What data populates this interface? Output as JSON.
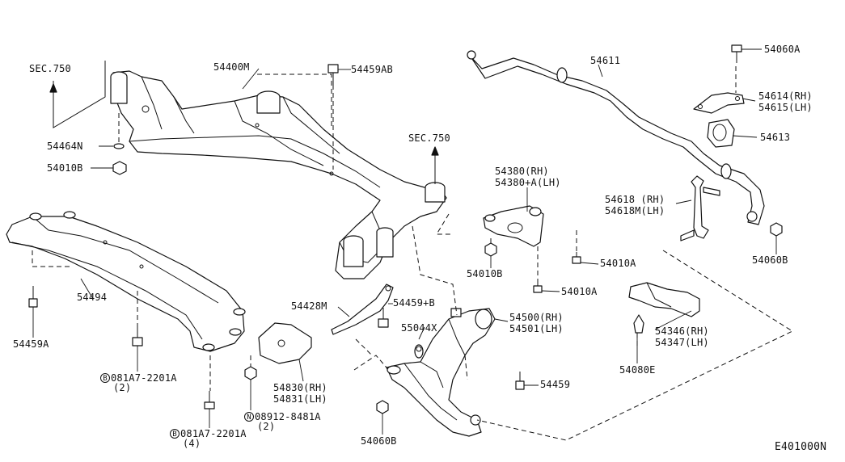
{
  "diagram_code": "E401000N",
  "callouts": [
    {
      "id": "sec750_left",
      "text": "SEC.750"
    },
    {
      "id": "p54400M",
      "text": "54400M"
    },
    {
      "id": "p54459AB",
      "text": "54459AB"
    },
    {
      "id": "p54464N",
      "text": "54464N"
    },
    {
      "id": "p54010B_a",
      "text": "54010B"
    },
    {
      "id": "sec750_right",
      "text": "SEC.750"
    },
    {
      "id": "p54611",
      "text": "54611"
    },
    {
      "id": "p54060A",
      "text": "54060A"
    },
    {
      "id": "p54614",
      "text": "54614(RH)"
    },
    {
      "id": "p54615",
      "text": "54615(LH)"
    },
    {
      "id": "p54613",
      "text": "54613"
    },
    {
      "id": "p54380",
      "text": "54380(RH)"
    },
    {
      "id": "p54380A",
      "text": "54380+A(LH)"
    },
    {
      "id": "p54618",
      "text": "54618 (RH)"
    },
    {
      "id": "p54618M",
      "text": "54618M(LH)"
    },
    {
      "id": "p54060B_a",
      "text": "54060B"
    },
    {
      "id": "p54010A_a",
      "text": "54010A"
    },
    {
      "id": "p54010B_b",
      "text": "54010B"
    },
    {
      "id": "p54010A_b",
      "text": "54010A"
    },
    {
      "id": "p54494",
      "text": "54494"
    },
    {
      "id": "p54459A",
      "text": "54459A"
    },
    {
      "id": "p54428M",
      "text": "54428M"
    },
    {
      "id": "p54459B",
      "text": "54459+B"
    },
    {
      "id": "p54500",
      "text": "54500(RH)"
    },
    {
      "id": "p54501",
      "text": "54501(LH)"
    },
    {
      "id": "p55044X",
      "text": "55044X"
    },
    {
      "id": "p54346",
      "text": "54346(RH)"
    },
    {
      "id": "p54347",
      "text": "54347(LH)"
    },
    {
      "id": "p54830",
      "text": "54830(RH)"
    },
    {
      "id": "p54831",
      "text": "54831(LH)"
    },
    {
      "id": "p54459",
      "text": "54459"
    },
    {
      "id": "p54080E",
      "text": "54080E"
    },
    {
      "id": "p081A7_a",
      "circle": "B",
      "text": "081A7-2201A",
      "qty": "(2)"
    },
    {
      "id": "p08912",
      "circle": "N",
      "text": "08912-8481A",
      "qty": "(2)"
    },
    {
      "id": "p081A7_b",
      "circle": "B",
      "text": "081A7-2201A",
      "qty": "(4)"
    },
    {
      "id": "p54060B_b",
      "text": "54060B"
    }
  ]
}
